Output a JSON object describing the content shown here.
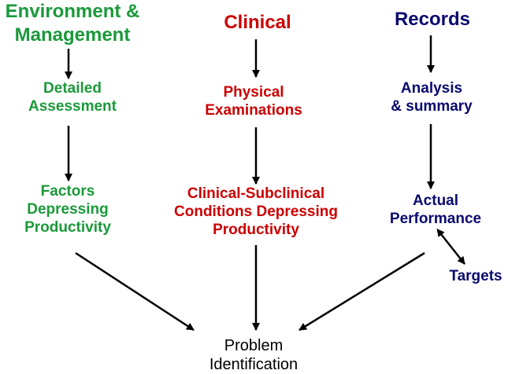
{
  "colors": {
    "environment": "#1a9a3a",
    "clinical": "#cc0000",
    "records": "#0a0a6e",
    "neutral": "#000000",
    "arrow": "#000000"
  },
  "environment": {
    "title": [
      "Environment &",
      "Management"
    ],
    "step1": [
      "Detailed",
      "Assessment"
    ],
    "step2": [
      "Factors",
      "Depressing",
      "Productivity"
    ]
  },
  "clinical": {
    "title": [
      "Clinical"
    ],
    "step1": [
      "Physical",
      "Examinations"
    ],
    "step2": [
      "Clinical-Subclinical",
      "Conditions Depressing",
      "Productivity"
    ]
  },
  "records": {
    "title": [
      "Records"
    ],
    "step1": [
      "Analysis",
      "& summary"
    ],
    "step2": [
      "Actual",
      "Performance"
    ],
    "targets": [
      "Targets"
    ]
  },
  "outcome": {
    "label": [
      "Problem",
      "Identification"
    ]
  }
}
